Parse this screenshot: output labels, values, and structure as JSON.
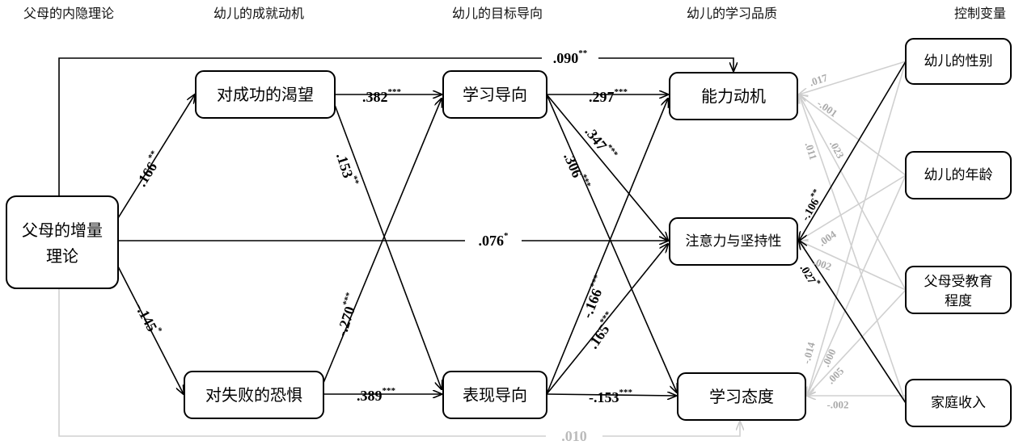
{
  "headers": [
    "父母的内隐理论",
    "幼儿的成就动机",
    "幼儿的目标导向",
    "幼儿的学习品质",
    "控制变量"
  ],
  "nodes": {
    "growth_theory": [
      "父母的增量",
      "理论"
    ],
    "desire_success": "对成功的渴望",
    "fear_failure": "对失败的恐惧",
    "learning_orientation": "学习导向",
    "performance_orientation": "表现导向",
    "competence_motivation": "能力动机",
    "attention_persistence": "注意力与坚持性",
    "learning_attitude": "学习态度",
    "gender": "幼儿的性别",
    "age": "幼儿的年龄",
    "parent_education": [
      "父母受教育",
      "程度"
    ],
    "family_income": "家庭收入"
  },
  "paths": {
    "growth_competence": {
      "v": ".090",
      "s": "**"
    },
    "growth_success": {
      "v": ".166",
      "s": " **"
    },
    "growth_fear": {
      "v": "-.145",
      "s": "*"
    },
    "growth_attention": {
      "v": ".076",
      "s": "*"
    },
    "growth_attitude": {
      "v": ".010",
      "s": ""
    },
    "success_learning": {
      "v": ".382",
      "s": "***"
    },
    "success_performance": {
      "v": ".153",
      "s": "**"
    },
    "fear_learning": {
      "v": "-.270",
      "s": "***"
    },
    "fear_performance": {
      "v": ".389",
      "s": "***"
    },
    "learning_competence": {
      "v": ".297",
      "s": "***"
    },
    "learning_attention": {
      "v": ".347",
      "s": "***"
    },
    "learning_attitude": {
      "v": ".306",
      "s": "***"
    },
    "performance_competence": {
      "v": "-.166",
      "s": "***"
    },
    "performance_attention": {
      "v": ".165",
      "s": "***"
    },
    "performance_attitude": {
      "v": "-.153",
      "s": "***"
    }
  },
  "controls": {
    "gender_competence": ".017",
    "age_competence": "-.001",
    "edu_competence": ".023",
    "income_competence": ".011",
    "gender_attention": {
      "v": "-.106",
      "s": "**"
    },
    "age_attention": ".004",
    "edu_attention": ".002",
    "income_attention": {
      "v": ".027",
      "s": "*"
    },
    "gender_attitude": "-.014",
    "age_attitude": ".000",
    "edu_attitude": ".005",
    "income_attitude": "-.002"
  }
}
